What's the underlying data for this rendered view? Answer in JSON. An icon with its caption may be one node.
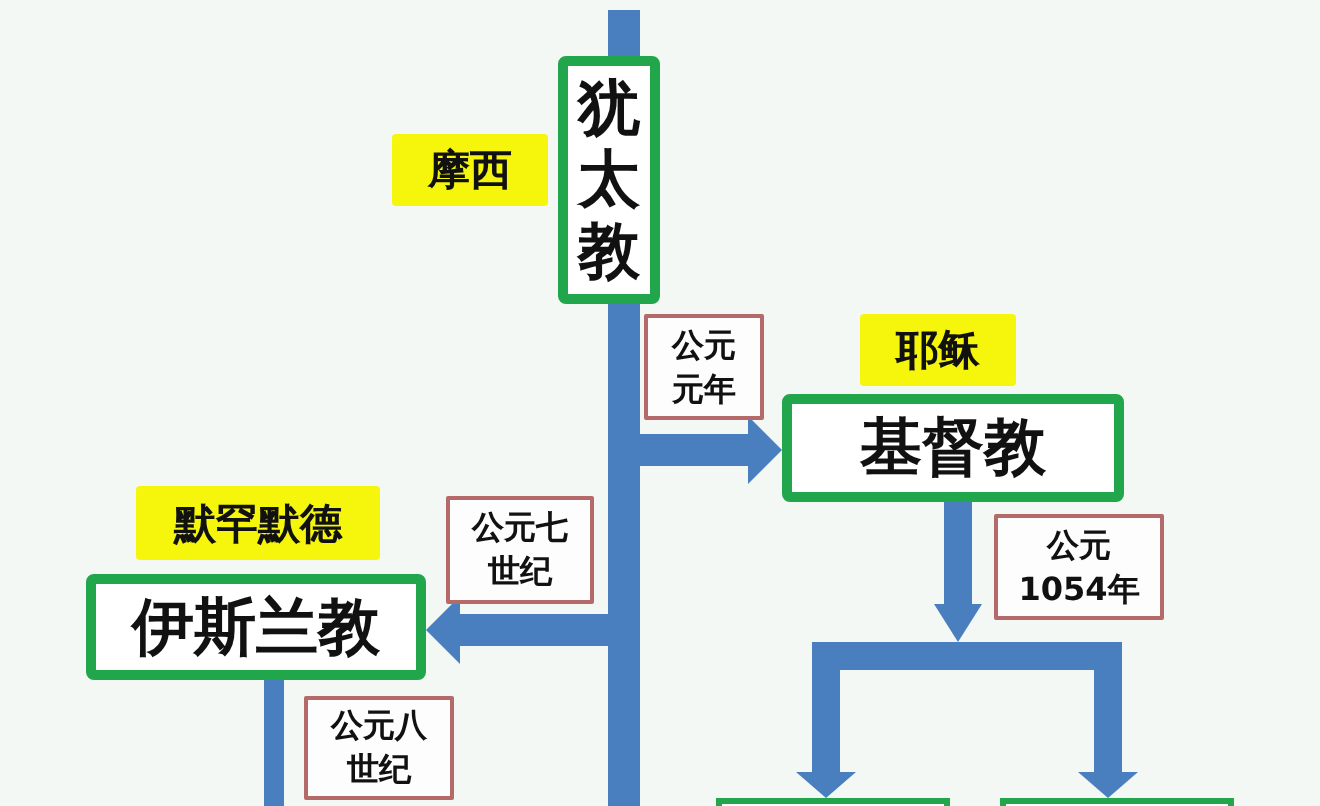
{
  "diagram": {
    "nodes": [
      {
        "text": [
          "犹太教"
        ]
      },
      {
        "text": [
          "摩西"
        ]
      },
      {
        "text": [
          "公元元年"
        ]
      },
      {
        "text": [
          "耶稣"
        ]
      },
      {
        "text": [
          "基督教"
        ]
      },
      {
        "text": [
          "默罕默德"
        ]
      },
      {
        "text": [
          "公元七世纪"
        ]
      },
      {
        "text": [
          "公元1054年"
        ]
      },
      {
        "text": [
          "伊斯兰教"
        ]
      },
      {
        "text": [
          "公元八世纪"
        ]
      },
      {
        "text": [],
        "shape": "box"
      },
      {
        "text": [],
        "shape": "box"
      }
    ],
    "edges": [
      {
        "from": null,
        "to": 0,
        "arrow": "none"
      },
      {
        "from": 0,
        "to": 4,
        "arrow": "to"
      },
      {
        "from": 0,
        "to": 8,
        "arrow": "to"
      },
      {
        "from": 0,
        "to": null,
        "arrow": "none"
      },
      {
        "from": 4,
        "to": 10,
        "arrow": "to"
      },
      {
        "from": 4,
        "to": 11,
        "arrow": "to"
      },
      {
        "from": 8,
        "to": null,
        "arrow": "none"
      }
    ]
  }
}
